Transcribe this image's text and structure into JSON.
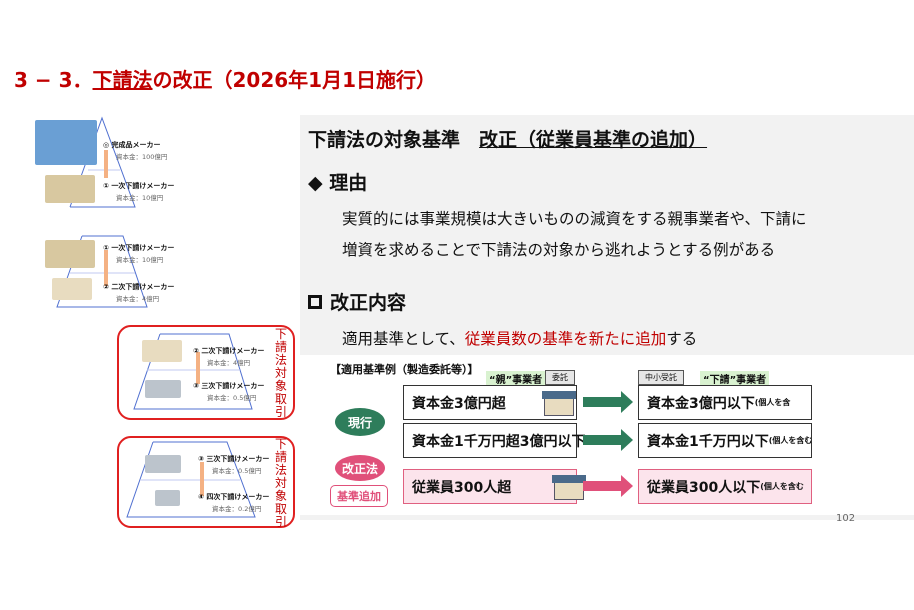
{
  "title": {
    "prefix": "3 − 3．",
    "underlined": "下請法",
    "suffix": "の改正（2026年1月1日施行）"
  },
  "left": {
    "pyramid1": [
      {
        "name": "◎ 完成品メーカー",
        "capital": "資本金：100億円"
      },
      {
        "name": "① 一次下請けメーカー",
        "capital": "資本金：10億円"
      }
    ],
    "pyramid2": [
      {
        "name": "① 一次下請けメーカー",
        "capital": "資本金：10億円"
      },
      {
        "name": "② 二次下請けメーカー",
        "capital": "資本金：4億円"
      }
    ],
    "pyramid3": [
      {
        "name": "② 二次下請けメーカー",
        "capital": "資本金：4億円"
      },
      {
        "name": "③ 三次下請けメーカー",
        "capital": "資本金：0.5億円"
      }
    ],
    "pyramid4": [
      {
        "name": "③ 三次下請けメーカー",
        "capital": "資本金：0.5億円"
      },
      {
        "name": "④ 四次下請けメーカー",
        "capital": "資本金：0.2億円"
      }
    ],
    "side_label": "下請法対象取引"
  },
  "panel": {
    "heading": "下請法の対象基準",
    "heading_underlined": "改正（従業員基準の追加）",
    "reason_heading": "◆ 理由",
    "reason_line1": "実質的には事業規模は大きいものの減資をする親事業者や、下請に",
    "reason_line2": "増資を求めることで下請法の対象から逃れようとする例がある",
    "content_heading": "改正内容",
    "content_pre": "適用基準として、",
    "content_red": "従業員数の基準を新たに追加",
    "content_post": "する"
  },
  "example": {
    "title": "【適用基準例（製造委託等）】",
    "parent_label": "“親”事業者",
    "parent_tag": "委託",
    "sub_tag": "中小受託",
    "sub_label": "“下請”事業者",
    "current": "現行",
    "revised": "改正法",
    "added": "基準追加",
    "rows": [
      {
        "left": "資本金3億円超",
        "right": "資本金3億円以下",
        "note": "(個人を含"
      },
      {
        "left": "資本金1千万円超3億円以下",
        "right": "資本金1千万円以下",
        "note": "(個人を含む。)"
      },
      {
        "left": "従業員300人超",
        "right": "従業員300人以下",
        "note": "(個人を含む"
      }
    ],
    "colors": {
      "green": "#2e7d5b",
      "pink": "#e0507a"
    }
  },
  "page_number": "102"
}
